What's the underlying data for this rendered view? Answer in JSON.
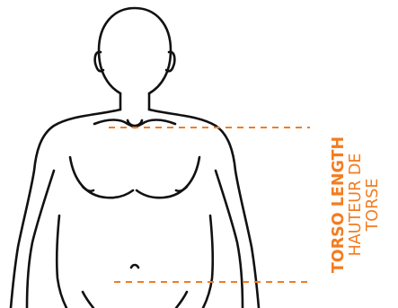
{
  "accent_color": "#F37C20",
  "outline_color": "#111111",
  "measurement_label": {
    "title": "TORSO LENGTH",
    "line2": "HAUTEUR DE",
    "line3": "TORSE"
  }
}
